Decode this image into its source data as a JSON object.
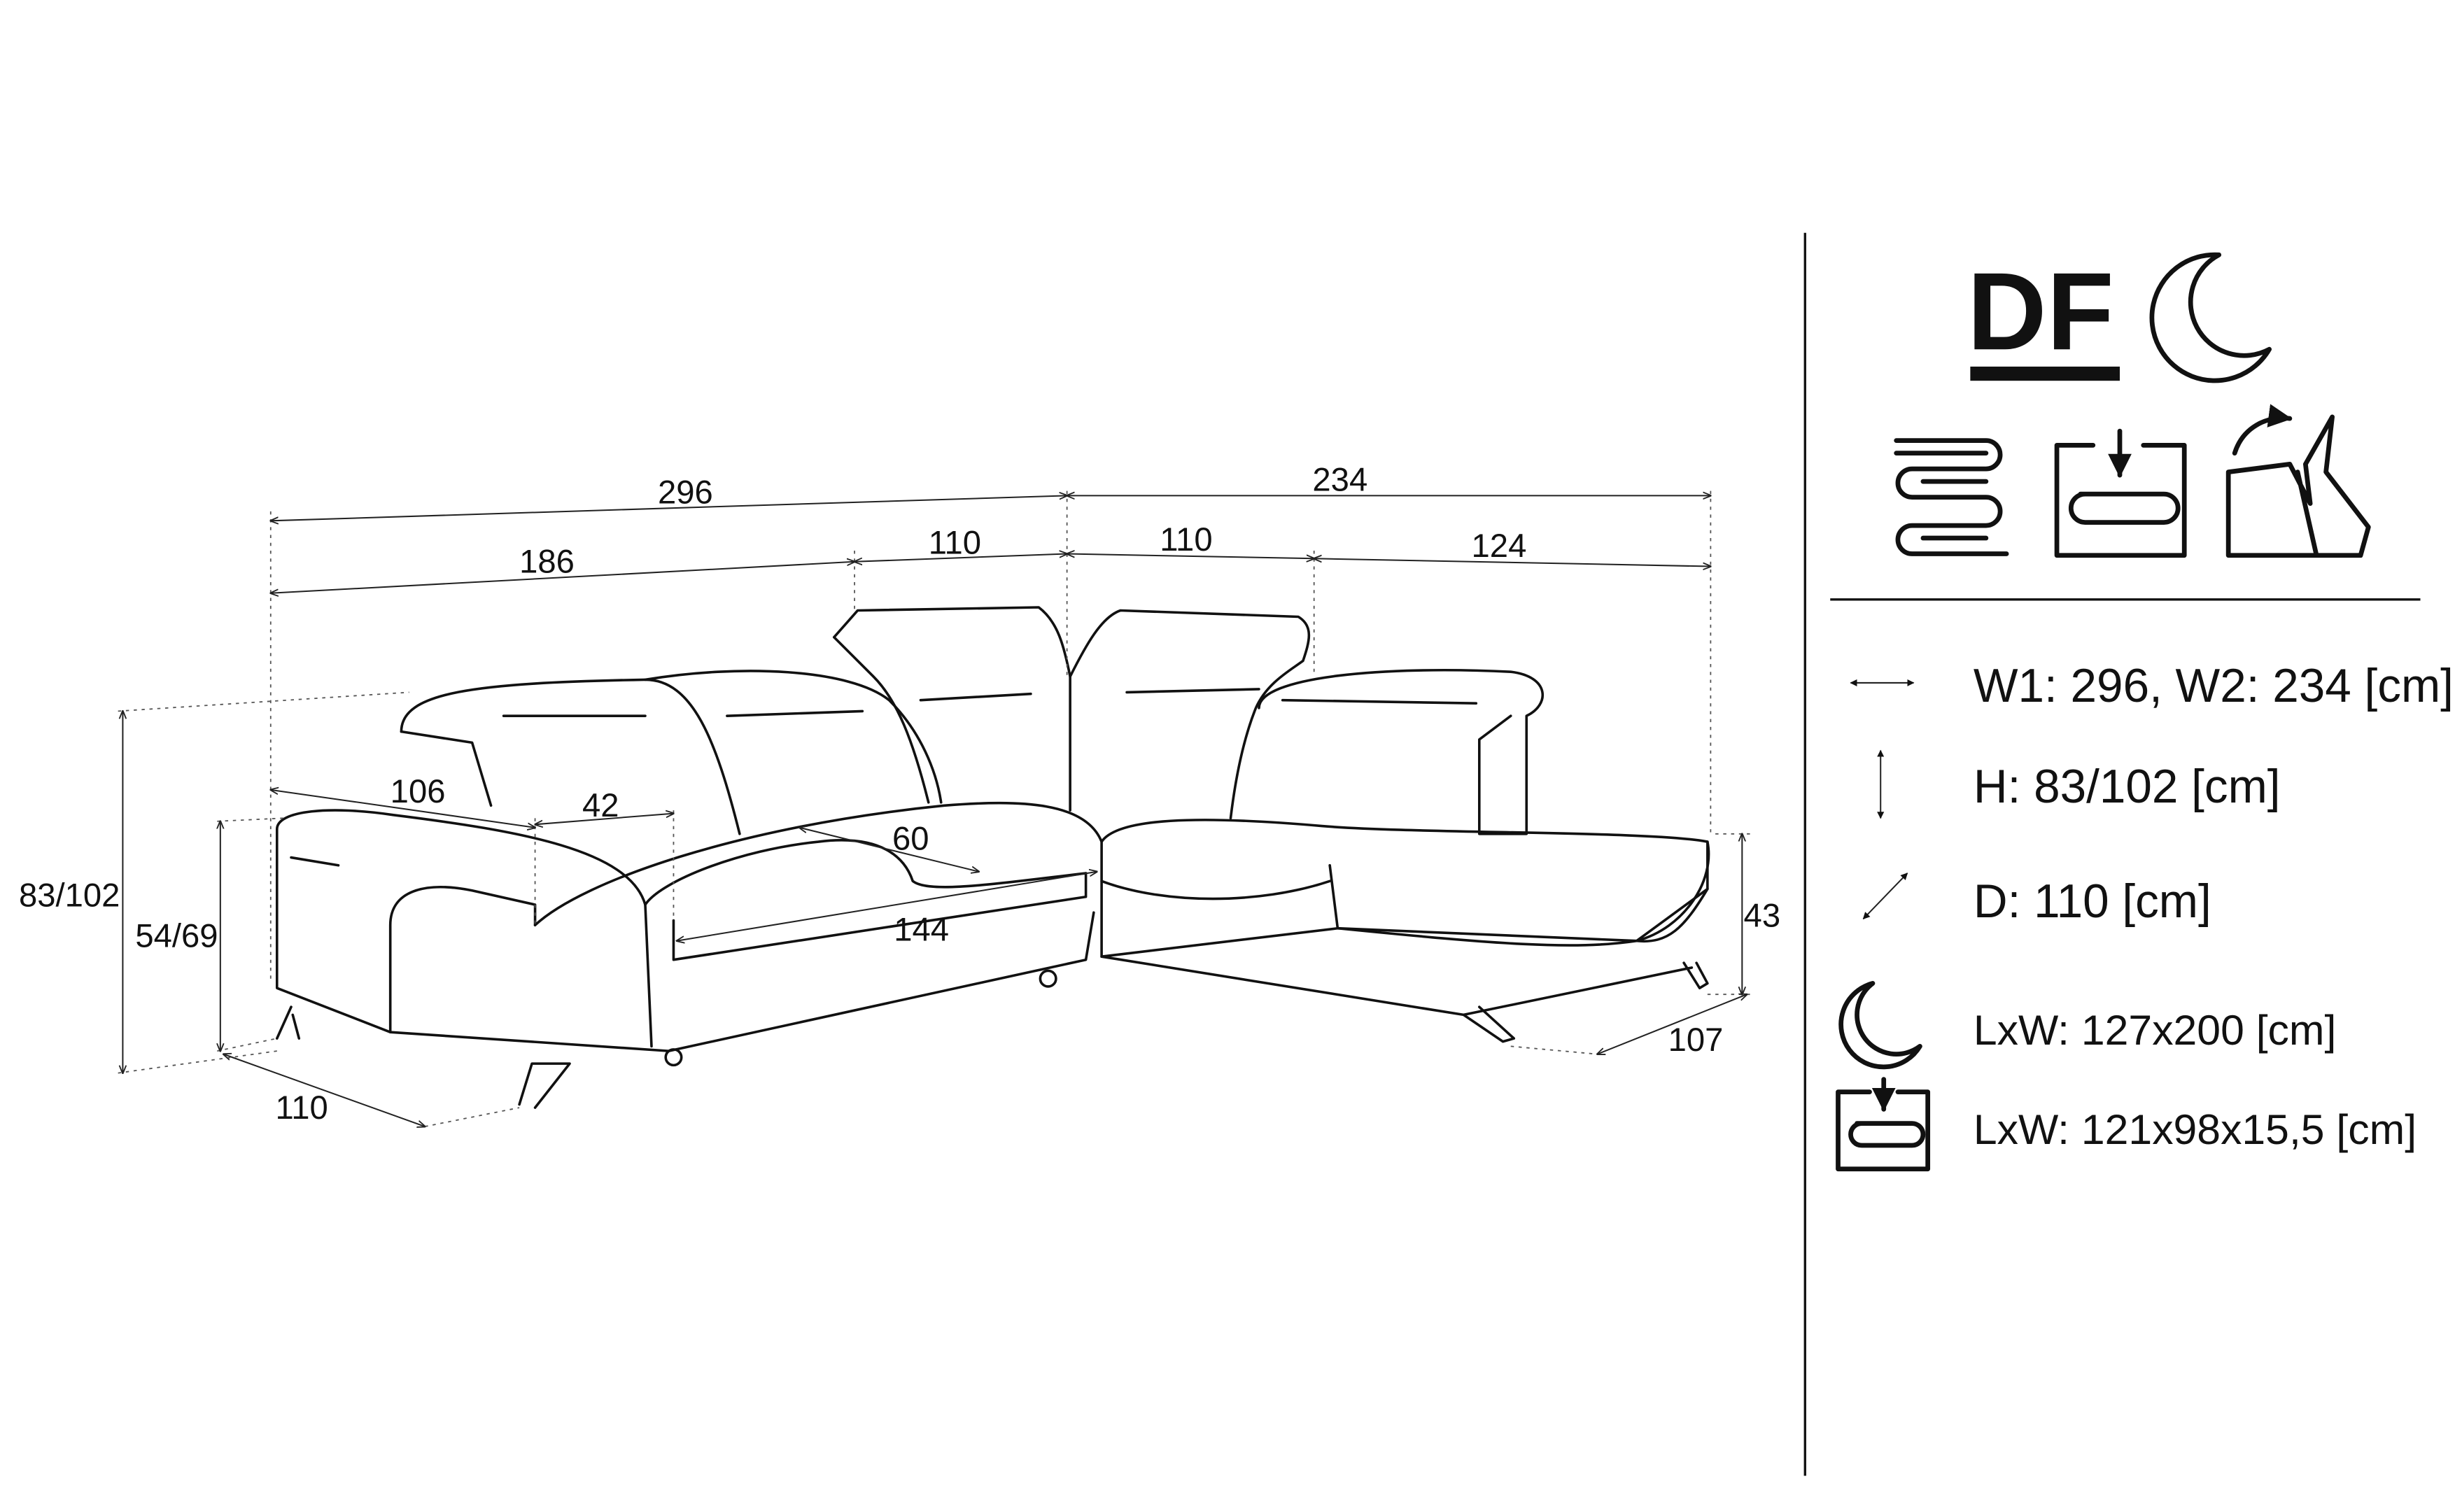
{
  "dimensions": {
    "total_left_width": "296",
    "total_right_width": "234",
    "left_seat_width": "186",
    "left_headrest_width": "110",
    "right_headrest_width": "110",
    "chaise_width": "124",
    "armrest_depth": "106",
    "armrest_width": "42",
    "seat_depth": "60",
    "sleep_length": "144",
    "height": "83/102",
    "seat_height": "54/69",
    "left_depth": "110",
    "chaise_height": "43",
    "chaise_depth": "107"
  },
  "badges": {
    "logo_text": "DF",
    "icons": [
      "sleep-function-moon-icon",
      "spring-icon",
      "storage-container-icon",
      "adjustable-headrest-icon"
    ]
  },
  "specs": [
    {
      "icon": "horizontal-arrow-icon",
      "text": "W1: 296, W2: 234 [cm]"
    },
    {
      "icon": "vertical-arrow-icon",
      "text": "H: 83/102 [cm]"
    },
    {
      "icon": "diagonal-arrow-icon",
      "text": "D: 110 [cm]"
    },
    {
      "icon": "moon-icon",
      "text": "LxW: 127x200 [cm]"
    },
    {
      "icon": "storage-icon",
      "text": "LxW: 121x98x15,5 [cm]"
    }
  ]
}
